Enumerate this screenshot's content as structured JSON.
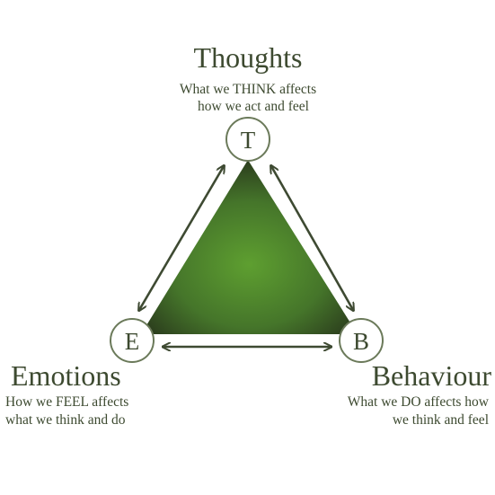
{
  "colors": {
    "text": "#3d4a30",
    "triangle_center": "#5a9a2e",
    "triangle_edge": "#2c3f1c",
    "node_stroke": "#6b7a5a",
    "arrow": "#3e4a32"
  },
  "nodes": {
    "thoughts": {
      "letter": "T",
      "title": "Thoughts",
      "desc_line1": "What we THINK affects",
      "desc_line2": "how we act and feel"
    },
    "emotions": {
      "letter": "E",
      "title": "Emotions",
      "desc_line1": "How we FEEL affects",
      "desc_line2": "what we think and do"
    },
    "behaviour": {
      "letter": "B",
      "title": "Behaviour",
      "desc_line1": "What we DO affects how",
      "desc_line2": "we think and feel"
    }
  },
  "edges": [
    {
      "from": "thoughts",
      "to": "emotions",
      "direction": "bidirectional"
    },
    {
      "from": "thoughts",
      "to": "behaviour",
      "direction": "bidirectional"
    },
    {
      "from": "emotions",
      "to": "behaviour",
      "direction": "bidirectional"
    }
  ]
}
